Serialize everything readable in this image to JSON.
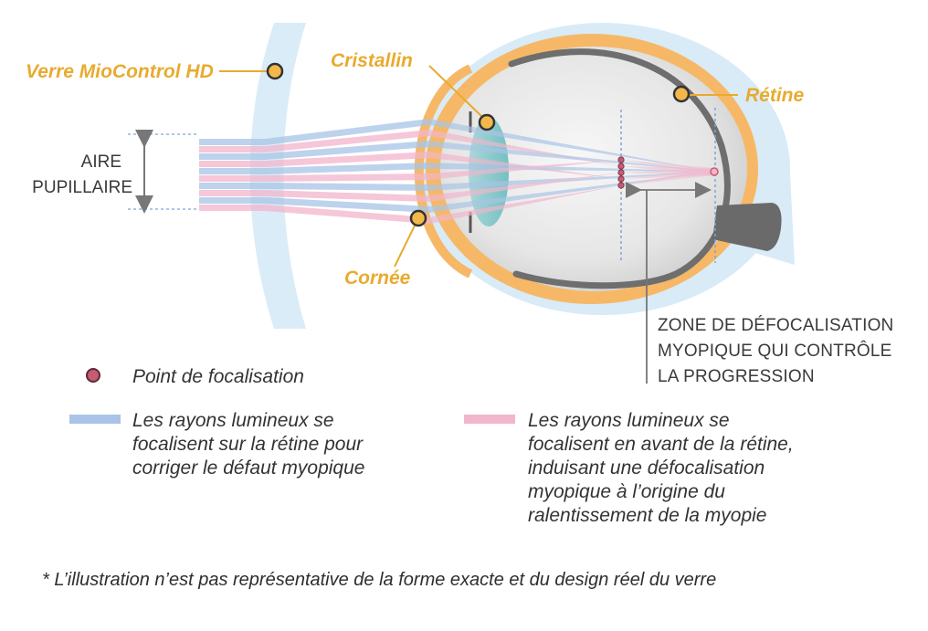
{
  "labels": {
    "lens": "Verre MioControl HD",
    "cristallin": "Cristallin",
    "retine": "Rétine",
    "cornee": "Cornée",
    "pupil_line1": "AIRE",
    "pupil_line2": "PUPILLAIRE"
  },
  "zone": {
    "line1": "ZONE DE DÉFOCALISATION",
    "line2": "MYOPIQUE QUI CONTRÔLE",
    "line3": "LA PROGRESSION"
  },
  "legend": {
    "focal_point": "Point de focalisation",
    "blue": [
      "Les rayons lumineux se",
      "focalisent sur la rétine pour",
      "corriger le défaut myopique"
    ],
    "pink": [
      "Les rayons lumineux se",
      "focalisent en avant de la rétine,",
      "induisant une défocalisation",
      "myopique à l’origine du",
      "ralentissement de la myopie"
    ]
  },
  "footnote": "* L’illustration n’est pas représentative de la forme exacte et du design réel du verre",
  "colors": {
    "gold": "#e8ab2f",
    "blue_ray": "#a9c4e6",
    "pink_ray": "#f2b6cc",
    "lens_tint": "#d6eaf6",
    "sclera": "#f6b866",
    "text_dark": "#3a3a3a",
    "focal_dot": "#c85a72"
  }
}
